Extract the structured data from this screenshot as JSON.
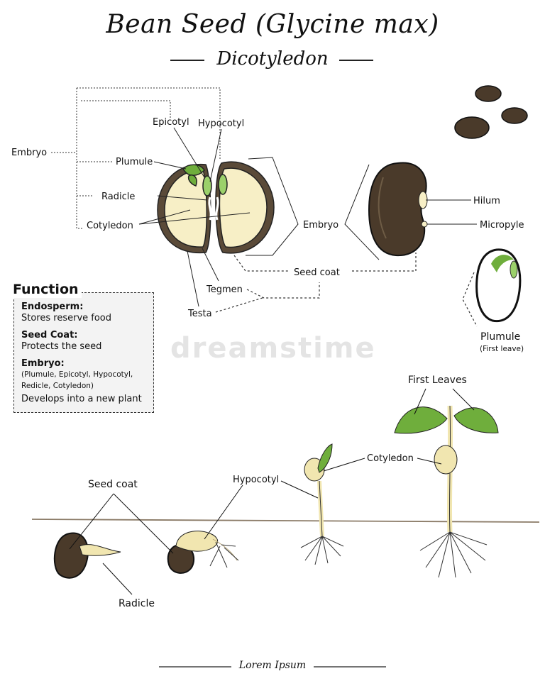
{
  "header": {
    "title": "Bean Seed (Glycine max)",
    "subtitle": "Dicotyledon"
  },
  "seed_diagram": {
    "labels": {
      "embryo_left": "Embryo",
      "epicotyl": "Epicotyl",
      "hypocotyl": "Hypocotyl",
      "plumule": "Plumule",
      "radicle": "Radicle",
      "cotyledon": "Cotyledon",
      "embryo_right": "Embryo",
      "seed_coat": "Seed coat",
      "tegmen": "Tegmen",
      "testa": "Testa",
      "hilum": "Hilum",
      "micropyle": "Micropyle",
      "plumule_small": "Plumule",
      "first_leave": "(First leave)"
    }
  },
  "function_box": {
    "title": "Function",
    "items": [
      {
        "heading": "Endosperm:",
        "text": "Stores reserve food"
      },
      {
        "heading": "Seed Coat:",
        "text": "Protects the seed"
      },
      {
        "heading": "Embryo:",
        "note": "(Plumule, Epicotyl, Hypocotyl,",
        "note2": "Redicle, Cotyledon)",
        "text": "Develops into a new plant"
      }
    ]
  },
  "germination": {
    "labels": {
      "seed_coat": "Seed coat",
      "radicle": "Radicle",
      "hypocotyl": "Hypocotyl",
      "cotyledon": "Cotyledon",
      "first_leaves": "First Leaves"
    }
  },
  "watermark": "dreamstime",
  "footer": {
    "text": "Lorem Ipsum"
  },
  "colors": {
    "seed_brown": "#4a3a2a",
    "seed_coat_dark": "#5a4a38",
    "endosperm": "#f7efc6",
    "leaf_green": "#6fae3c",
    "stem_cream": "#f1e6b0"
  }
}
